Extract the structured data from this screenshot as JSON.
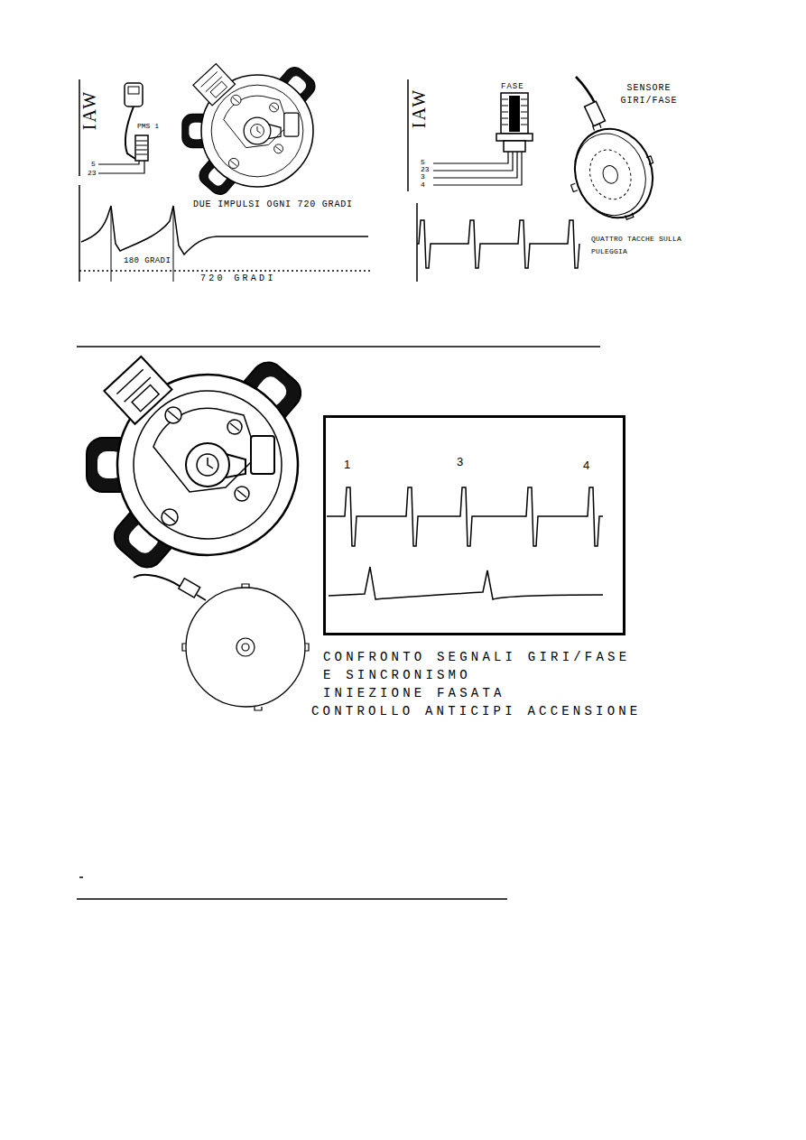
{
  "diagram": {
    "nodes": [
      {
        "text": [
          "1",
          "3",
          "4"
        ]
      }
    ],
    "labels": [
      "IAW",
      "PMS 1",
      "5",
      "23",
      "DUE IMPULSI OGNI 720 GRADI",
      "180 GRADI",
      "720 GRADI",
      "IAW",
      "FASE",
      "SENSORE GIRI/FASE",
      "5",
      "23",
      "3",
      "4",
      "QUATTRO TACCHE SULLA PULEGGIA",
      "CONFRONTO SEGNALI GIRI/FASE E SINCRONISMO",
      "INIEZIONE FASATA",
      "CONTROLLO ANTICIPI ACCENSIONE"
    ]
  }
}
